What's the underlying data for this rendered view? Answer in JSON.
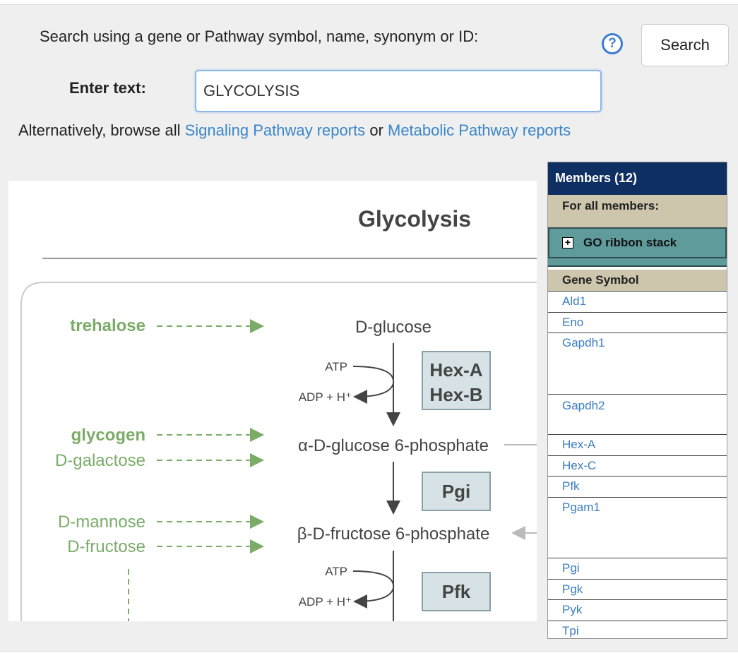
{
  "search": {
    "instruction": "Search using a gene or Pathway symbol, name, synonym or ID:",
    "help_glyph": "?",
    "button_label": "Search",
    "enter_label": "Enter text:",
    "value": "GLYCOLYSIS"
  },
  "browse": {
    "prefix": "Alternatively, browse all",
    "link1": "Signaling Pathway reports",
    "middle": "or",
    "link2": "Metabolic Pathway reports"
  },
  "diagram": {
    "title": "Glycolysis",
    "feeders": [
      "trehalose",
      "glycogen",
      "D-galactose",
      "D-mannose",
      "D-fructose"
    ],
    "metabolites": [
      "D-glucose",
      "α-D-glucose 6-phosphate",
      "β-D-fructose 6-phosphate"
    ],
    "cofactor_in": "ATP",
    "cofactor_out": "ADP + H⁺",
    "enzymes": [
      "Hex-A",
      "Hex-B",
      "Pgi",
      "Pfk"
    ],
    "colors": {
      "feeder": "#7aac68",
      "enzyme_bg": "#d6e2e6",
      "enzyme_border": "#8aa0a6",
      "text": "#444444"
    }
  },
  "members": {
    "header": "Members (12)",
    "for_all": "For all members:",
    "go_ribbon": "GO ribbon stack",
    "plus_glyph": "+",
    "col_header": "Gene Symbol",
    "genes": [
      "Ald1",
      "Eno",
      "Gapdh1",
      "Gapdh2",
      "Hex-A",
      "Hex-C",
      "Pfk",
      "Pgam1",
      "Pgi",
      "Pgk",
      "Pyk",
      "Tpi"
    ],
    "colors": {
      "header_bg": "#0f2f63",
      "band_bg": "#cdc6ad",
      "ribbon_bg": "#5f9b9b",
      "link": "#3a7dc2"
    }
  }
}
